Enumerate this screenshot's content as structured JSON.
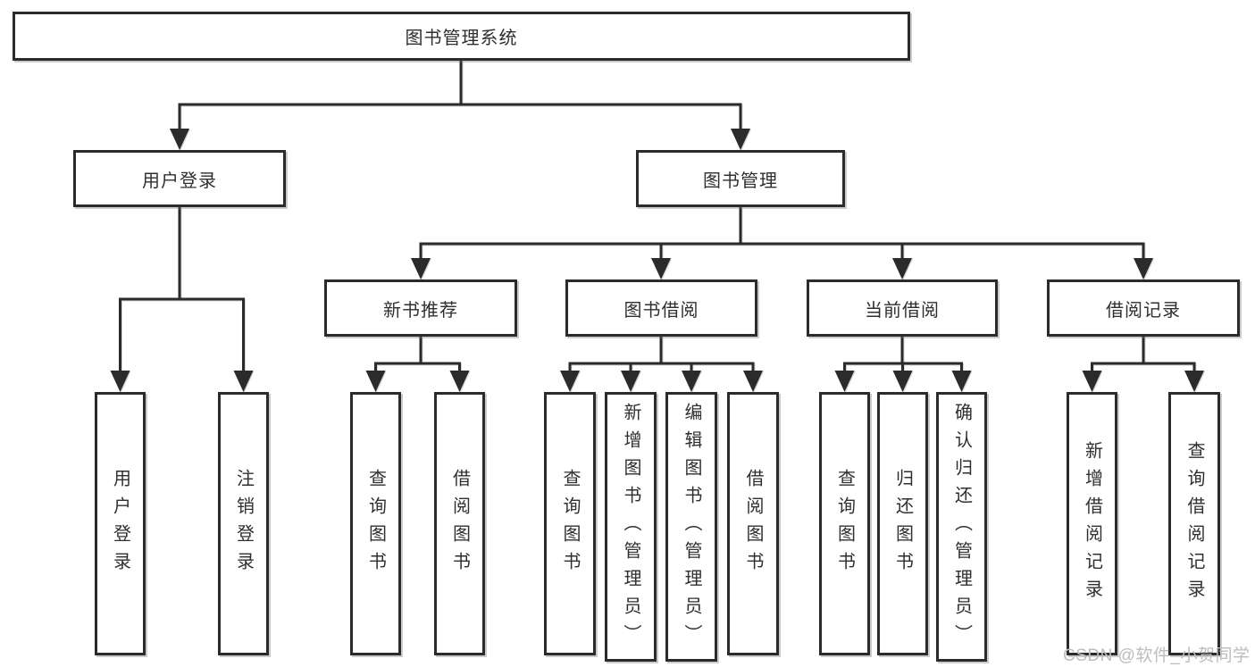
{
  "diagram": {
    "type": "tree",
    "root": {
      "label": "图书管理系统"
    },
    "level2": [
      {
        "label": "用户登录"
      },
      {
        "label": "图书管理"
      }
    ],
    "level3": [
      {
        "label": "新书推荐"
      },
      {
        "label": "图书借阅"
      },
      {
        "label": "当前借阅"
      },
      {
        "label": "借阅记录"
      }
    ],
    "leaves": {
      "user_login": [
        "用户登录",
        "注销登录"
      ],
      "new_books": [
        "查询图书",
        "借阅图书"
      ],
      "borrowing": [
        "查询图书",
        "新增图书（管理员）",
        "编辑图书（管理员）",
        "借阅图书"
      ],
      "current": [
        "查询图书",
        "归还图书",
        "确认归还（管理员）"
      ],
      "records": [
        "新增借阅记录",
        "查询借阅记录"
      ]
    },
    "edges": [
      "图书管理系统→用户登录",
      "图书管理系统→图书管理",
      "用户登录→用户登录",
      "用户登录→注销登录",
      "图书管理→新书推荐",
      "图书管理→图书借阅",
      "图书管理→当前借阅",
      "图书管理→借阅记录",
      "新书推荐→查询图书",
      "新书推荐→借阅图书",
      "图书借阅→查询图书",
      "图书借阅→新增图书（管理员）",
      "图书借阅→编辑图书（管理员）",
      "图书借阅→借阅图书",
      "当前借阅→查询图书",
      "当前借阅→归还图书",
      "当前借阅→确认归还（管理员）",
      "借阅记录→新增借阅记录",
      "借阅记录→查询借阅记录"
    ]
  },
  "watermark": "CSDN @软件_小贺同学",
  "colors": {
    "line": "#2b2b2b",
    "text": "#2f2f2f",
    "background": "#ffffff",
    "watermark": "#bdbdbd"
  }
}
